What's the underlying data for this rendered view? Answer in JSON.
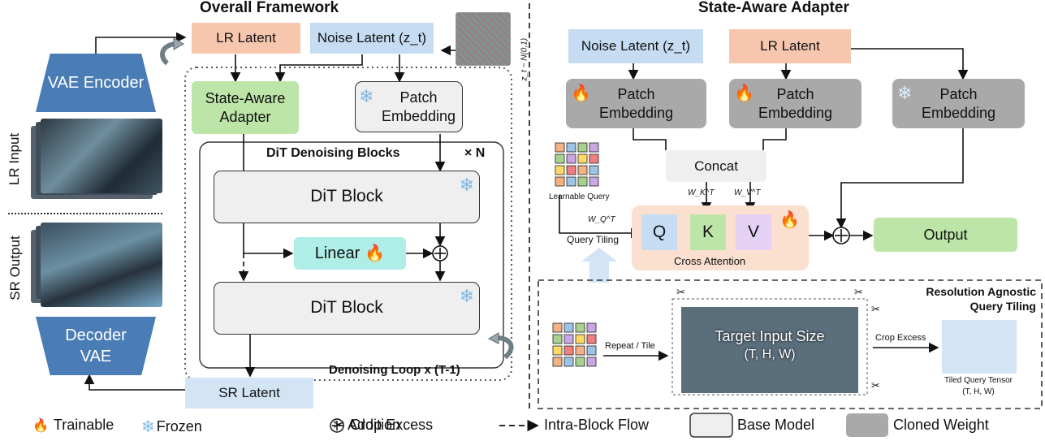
{
  "left": {
    "title": "Overall Framework",
    "lr_latent": "LR Latent",
    "noise_latent": "Noise Latent (z_t)",
    "noise_formula": "z_t ~ N(0,1)",
    "vae_encoder": "VAE Encoder",
    "decoder_vae": "Decoder VAE",
    "lr_input": "LR Input",
    "sr_output": "SR Output",
    "state_aware_adapter": "State-Aware Adapter",
    "patch_embedding": "Patch Embedding",
    "dit_denoising_blocks": "DiT Denoising Blocks",
    "times_n": "× N",
    "dit_block_1": "DiT Block",
    "linear": "Linear",
    "dit_block_2": "DiT Block",
    "denoising_loop": "Denoising Loop x (T-1)",
    "sr_latent": "SR Latent"
  },
  "right": {
    "title": "State-Aware Adapter",
    "noise_latent": "Noise Latent (z_t)",
    "lr_latent": "LR Latent",
    "patch_embedding_1": "Patch Embedding",
    "patch_embedding_2": "Patch Embedding",
    "patch_embedding_3": "Patch Embedding",
    "concat": "Concat",
    "wk": "W_K^T",
    "wv": "W_V^T",
    "wq": "W_Q^T",
    "learnable_query": "Learnable Query",
    "query_tiling": "Query Tiling",
    "q": "Q",
    "k": "K",
    "v": "V",
    "cross_attention": "Cross Attention",
    "output": "Output"
  },
  "tiling": {
    "title_line1": "Resolution Agnostic",
    "title_line2": "Query Tiling",
    "repeat_tile": "Repeat / Tile",
    "target_line1": "Target Input Size",
    "target_line2": "(T, H, W)",
    "crop_excess": "Crop Excess",
    "tiled_line1": "Tiled Query Tensor",
    "tiled_line2": "(T, H, W)"
  },
  "legend": {
    "trainable": "Trainable",
    "frozen": "Frozen",
    "addition": "Addition",
    "crop_excess": "Crop Excess",
    "intra_block_flow": "Intra-Block Flow",
    "base_model": "Base Model",
    "cloned_weight": "Cloned Weight"
  },
  "colors": {
    "lr_latent": "#f7c6ae",
    "noise_latent": "#c5dcf2",
    "adapter_green": "#bde5a7",
    "linear_teal": "#aeeee6",
    "vae_blue": "#4a7db5",
    "cloned_gray": "#a9a9a9",
    "base_gray": "#efefef",
    "cross_attention": "#fbe0d0"
  },
  "icons": [
    "flame-icon",
    "snowflake-icon",
    "scissors-icon",
    "plus-circle-icon",
    "loop-arrow-icon"
  ]
}
